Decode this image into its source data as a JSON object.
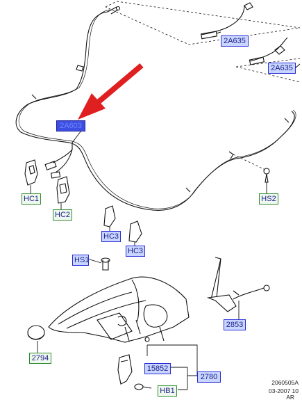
{
  "labels": {
    "cable_selected": "2A603",
    "cable_rear_upper": "2A635",
    "cable_rear_lower": "2A635",
    "hc1": "HC1",
    "hc2": "HC2",
    "hc3_upper": "HC3",
    "hc3_lower": "HC3",
    "hs2": "HS2",
    "hs1": "HS1",
    "part_2853": "2853",
    "part_2794": "2794",
    "part_15852": "15852",
    "part_2780": "2780",
    "hb1": "HB1"
  },
  "reference": {
    "code": "2060505A",
    "date": "03-2007 10",
    "suffix": "AR"
  },
  "colors": {
    "pointer_arrow": "#e02020",
    "label_blue_border": "#2a2ad8",
    "label_green_border": "#2e8b2e",
    "selected_fill": "#3d4fe0"
  }
}
